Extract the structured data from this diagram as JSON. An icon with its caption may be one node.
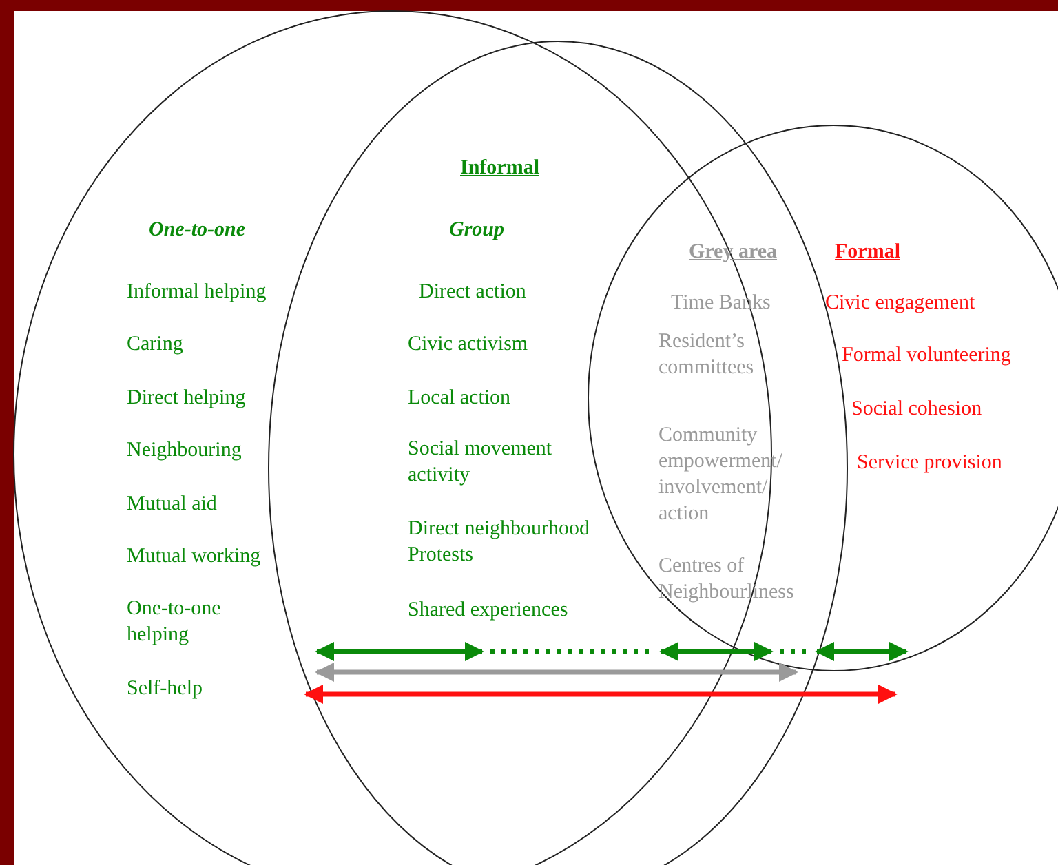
{
  "diagram": {
    "labels": [
      "Informal",
      "One-to-one",
      "Group",
      "Grey area",
      "Formal",
      "Informal helping",
      "Direct action",
      "Time Banks",
      "Civic engagement",
      "Caring",
      "Civic activism",
      "Resident’s committees",
      "Formal volunteering",
      "Direct helping",
      "Local action",
      "Social cohesion",
      "Neighbouring",
      "Social movement activity",
      "Community empowerment/ involvement/ action",
      "Service provision",
      "Mutual aid",
      "Mutual working",
      "Direct neighbourhood Protests",
      "One-to-one helping",
      "Shared experiences",
      "Centres of Neighbourliness",
      "Self-help"
    ]
  }
}
